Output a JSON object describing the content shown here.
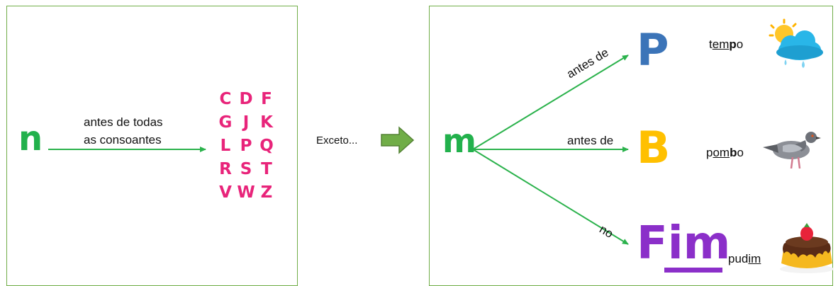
{
  "colors": {
    "panel_border": "#70ad47",
    "arrow_green": "#2bb24c",
    "letter_n_m": "#22b14c",
    "consonants": "#e8247a",
    "letter_p": "#3b74b8",
    "letter_b": "#ffc000",
    "letter_fim": "#8b2fc9"
  },
  "left": {
    "letter": "n",
    "rule_line1": "antes de todas",
    "rule_line2": "as consoantes",
    "consonants": [
      "C",
      "D",
      "F",
      "G",
      "J",
      "K",
      "L",
      "P",
      "Q",
      "R",
      "S",
      "T",
      "V",
      "W",
      "Z"
    ]
  },
  "middle": {
    "except_label": "Exceto..."
  },
  "right": {
    "letter": "m",
    "branches": [
      {
        "label": "antes de",
        "target": "P",
        "example": {
          "pre": "t",
          "underlined": "em",
          "bold": "p",
          "post": "o"
        },
        "icon": "weather-sun-cloud-rain-icon"
      },
      {
        "label": "antes de",
        "target": "B",
        "example": {
          "pre": "p",
          "underlined": "om",
          "bold": "b",
          "post": "o"
        },
        "icon": "pigeon-icon"
      },
      {
        "label": "no",
        "target_pre": "F",
        "target_underlined": "im",
        "example": {
          "pre": "pud",
          "underlined": "im",
          "bold": "",
          "post": ""
        },
        "icon": "pudding-cake-icon"
      }
    ]
  }
}
